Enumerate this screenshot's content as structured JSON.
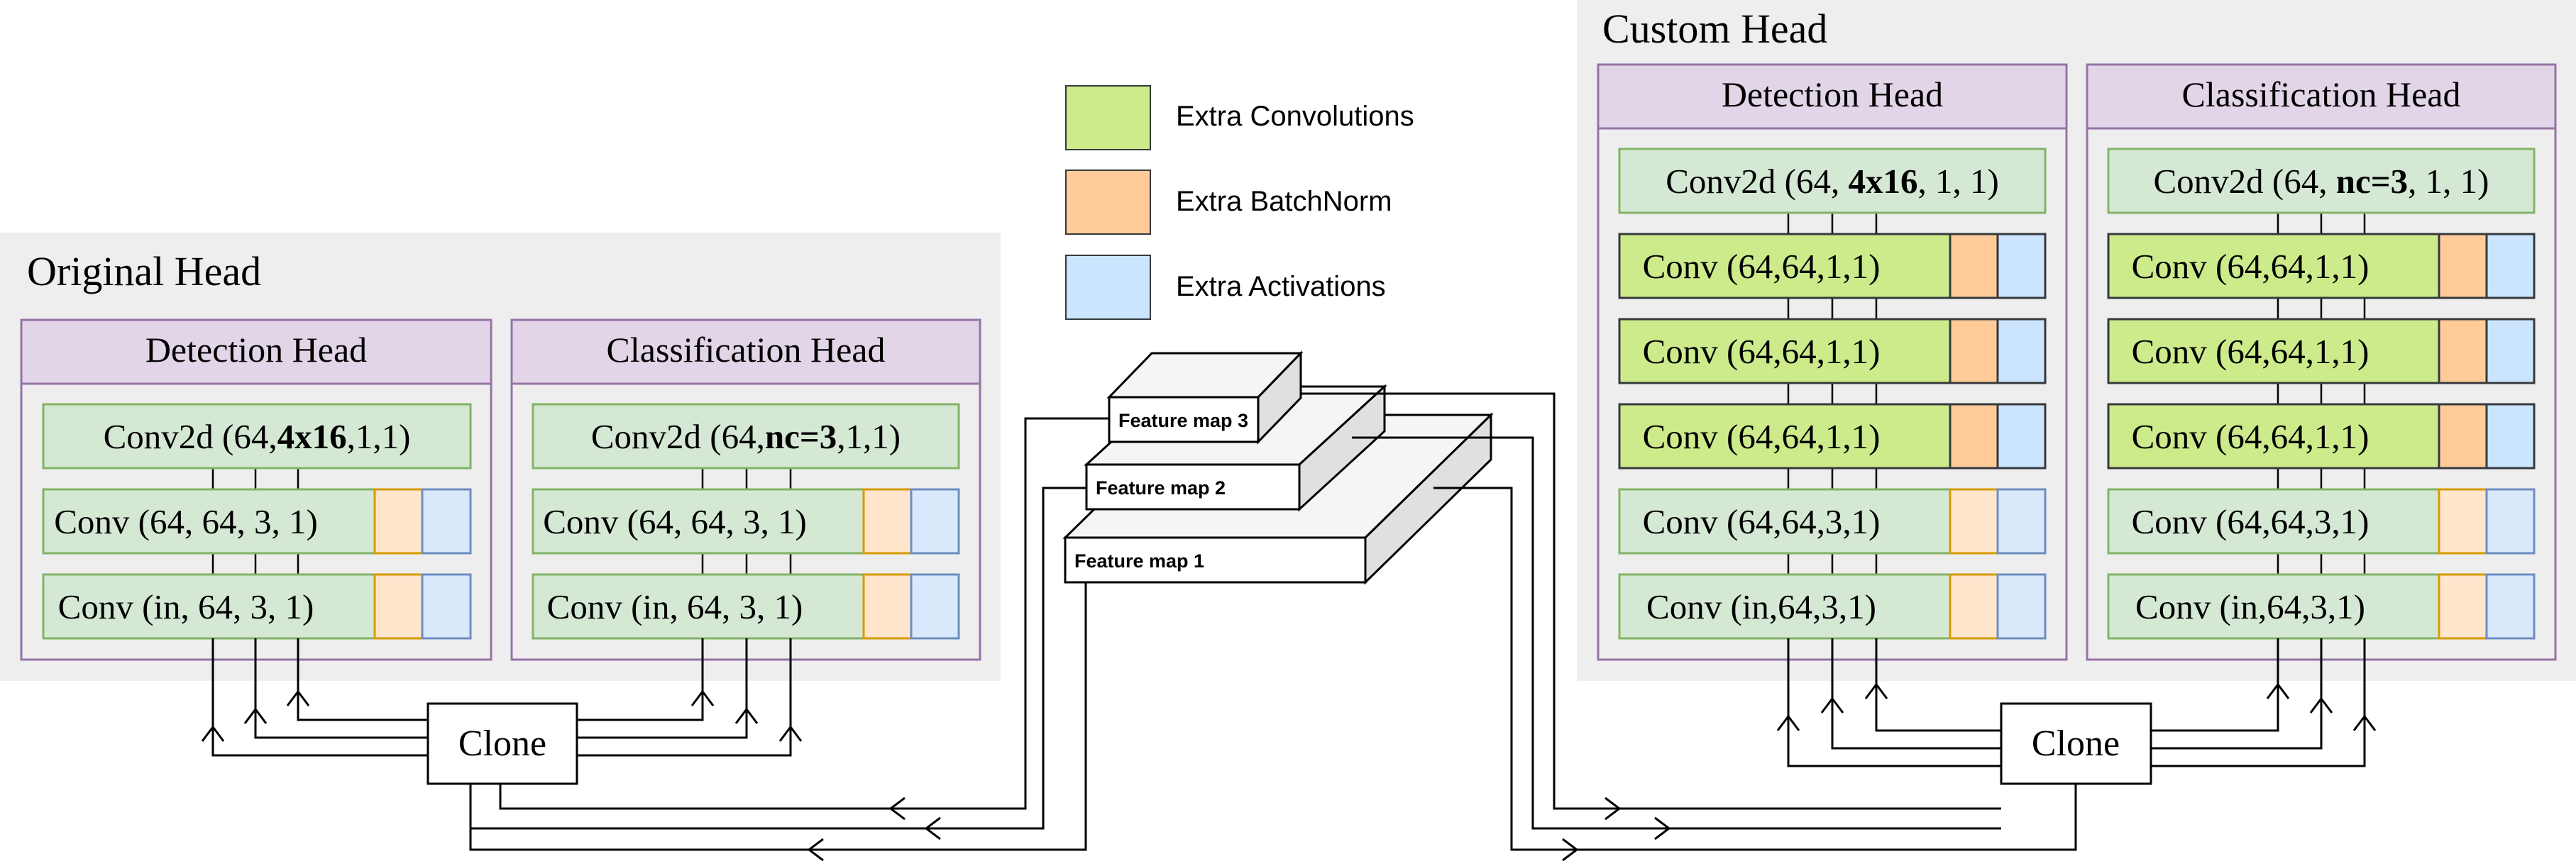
{
  "original": {
    "title": "Original Head",
    "detection": {
      "title": "Detection Head",
      "final_prefix": "Conv2d (64,",
      "final_bold": "4x16",
      "final_suffix": ",1,1)",
      "rows": [
        "Conv (64, 64, 3, 1)",
        "Conv (in, 64, 3, 1)"
      ]
    },
    "classification": {
      "title": "Classification Head",
      "final_prefix": "Conv2d (64,",
      "final_bold": "nc=3",
      "final_suffix": ",1,1)",
      "rows": [
        "Conv (64, 64, 3, 1)",
        "Conv (in, 64, 3, 1)"
      ]
    },
    "clone_label": "Clone"
  },
  "custom": {
    "title": "Custom Head",
    "detection": {
      "title": "Detection Head",
      "final_prefix": "Conv2d (64, ",
      "final_bold": "4x16",
      "final_suffix": ", 1, 1)",
      "extra_rows": [
        "Conv (64,64,1,1)",
        "Conv (64,64,1,1)",
        "Conv (64,64,1,1)"
      ],
      "rows": [
        "Conv (64,64,3,1)",
        "Conv (in,64,3,1)"
      ]
    },
    "classification": {
      "title": "Classification Head",
      "final_prefix": "Conv2d (64, ",
      "final_bold": "nc=3",
      "final_suffix": ", 1, 1)",
      "extra_rows": [
        "Conv (64,64,1,1)",
        "Conv (64,64,1,1)",
        "Conv (64,64,1,1)"
      ],
      "rows": [
        "Conv (64,64,3,1)",
        "Conv (in,64,3,1)"
      ]
    },
    "clone_label": "Clone"
  },
  "legend": [
    {
      "label": "Extra Convolutions",
      "color": "#cdeb8b"
    },
    {
      "label": "Extra BatchNorm",
      "color": "#ffcc99"
    },
    {
      "label": "Extra Activations",
      "color": "#cce5ff"
    }
  ],
  "feature_maps": [
    "Feature map 3",
    "Feature map 2",
    "Feature map 1"
  ],
  "colors": {
    "panel_bg": "#eeeeee",
    "head_header": "#e1d5e7",
    "head_border": "#9673a6",
    "conv_fill": "#d5e8d4",
    "conv_border": "#82b366",
    "extra_conv_fill": "#cdeb8b",
    "bn_fill_light": "#ffe6cc",
    "bn_border": "#d79b00",
    "bn_fill_extra": "#ffcc99",
    "act_fill": "#dae8fc",
    "act_border": "#6c8ebf",
    "act_fill_extra": "#cce5ff"
  }
}
